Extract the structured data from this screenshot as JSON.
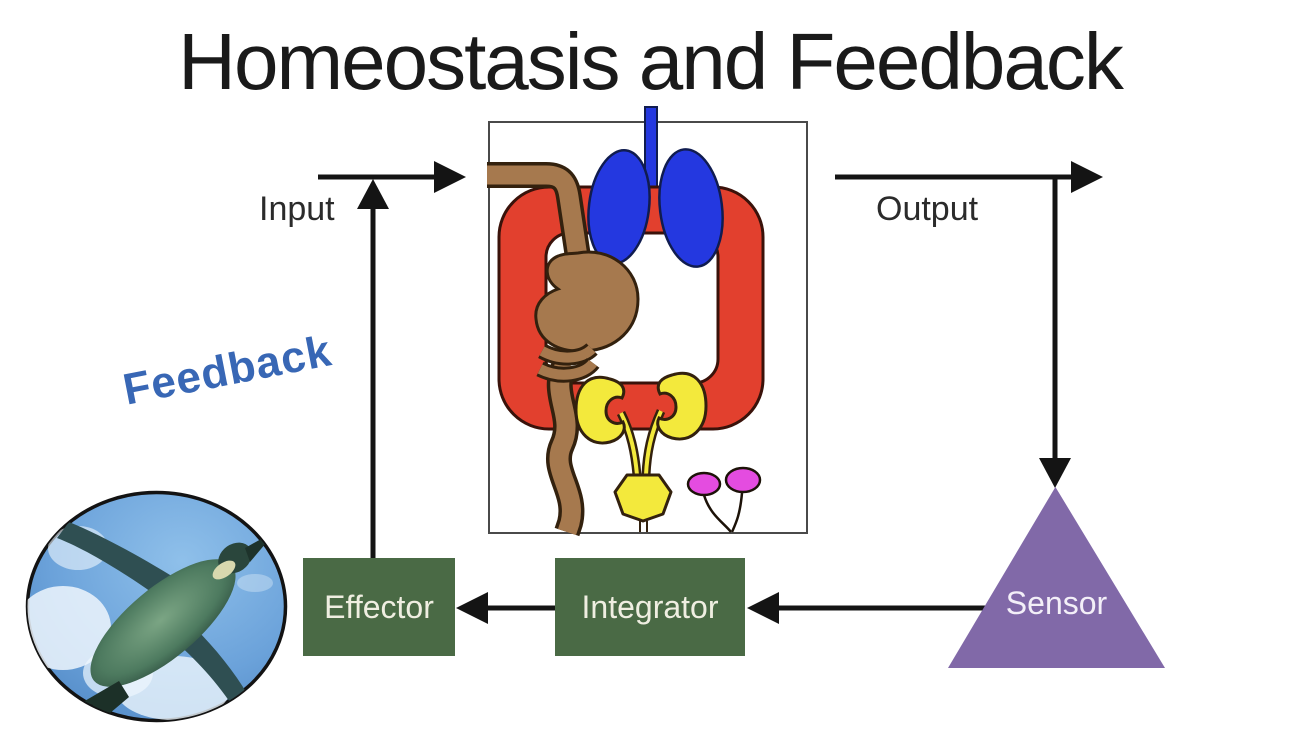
{
  "title": "Homeostasis and Feedback",
  "labels": {
    "input": "Input",
    "output": "Output",
    "feedback": "Feedback"
  },
  "nodes": {
    "effector": "Effector",
    "integrator": "Integrator",
    "sensor": "Sensor"
  },
  "icons": {
    "organism_box": [
      "lungs-icon",
      "circulatory-loop-icon",
      "digestive-tract-icon",
      "kidneys-icon",
      "bladder-icon",
      "ovaries-icon"
    ],
    "photo": "penguin-swimming-photo"
  },
  "colors": {
    "title_text": "#1a1a1a",
    "label_text": "#2b2b2b",
    "arrow_black": "#141414",
    "feedback_blue": "#3867b5",
    "node_green": "#4a6a45",
    "node_text": "#efeee1",
    "sensor_purple": "#8169a8",
    "sensor_text": "#f3eff8",
    "box_border": "#4a4a4a",
    "organ_red": "#e2402e",
    "organ_blue": "#2438e0",
    "organ_brown": "#a6794e",
    "organ_yellow": "#f3e93c",
    "organ_magenta": "#e44ce0",
    "organ_outline": "#33210e",
    "sky_blue": "#5f9ad4",
    "penguin_dark": "#2c4c3e"
  }
}
